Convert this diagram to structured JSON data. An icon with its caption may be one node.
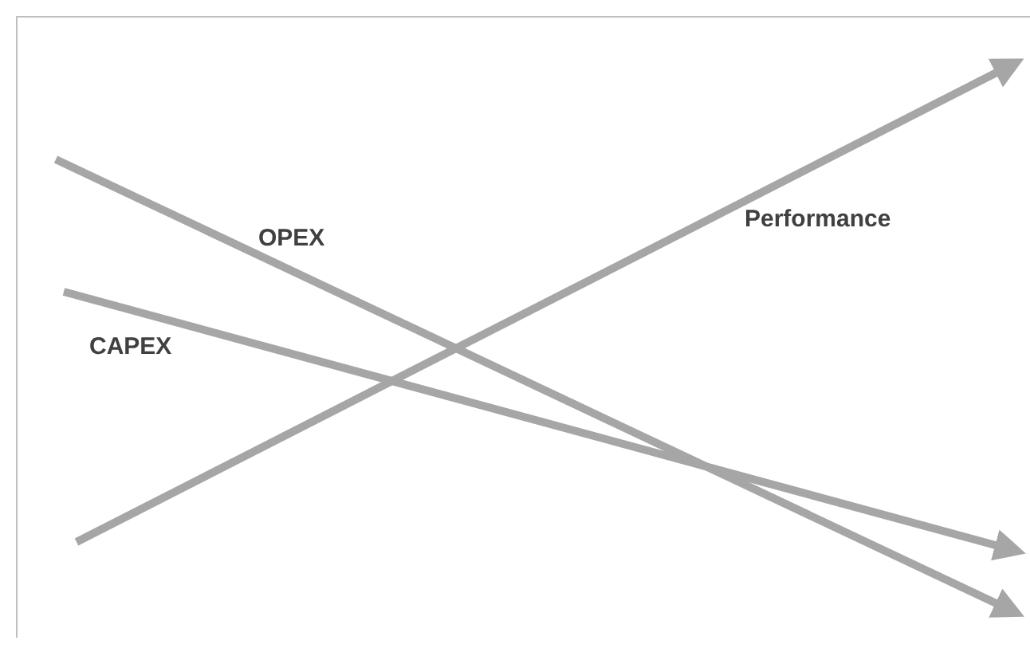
{
  "diagram": {
    "labels": [
      "OPEX",
      "CAPEX",
      "Performance"
    ]
  }
}
